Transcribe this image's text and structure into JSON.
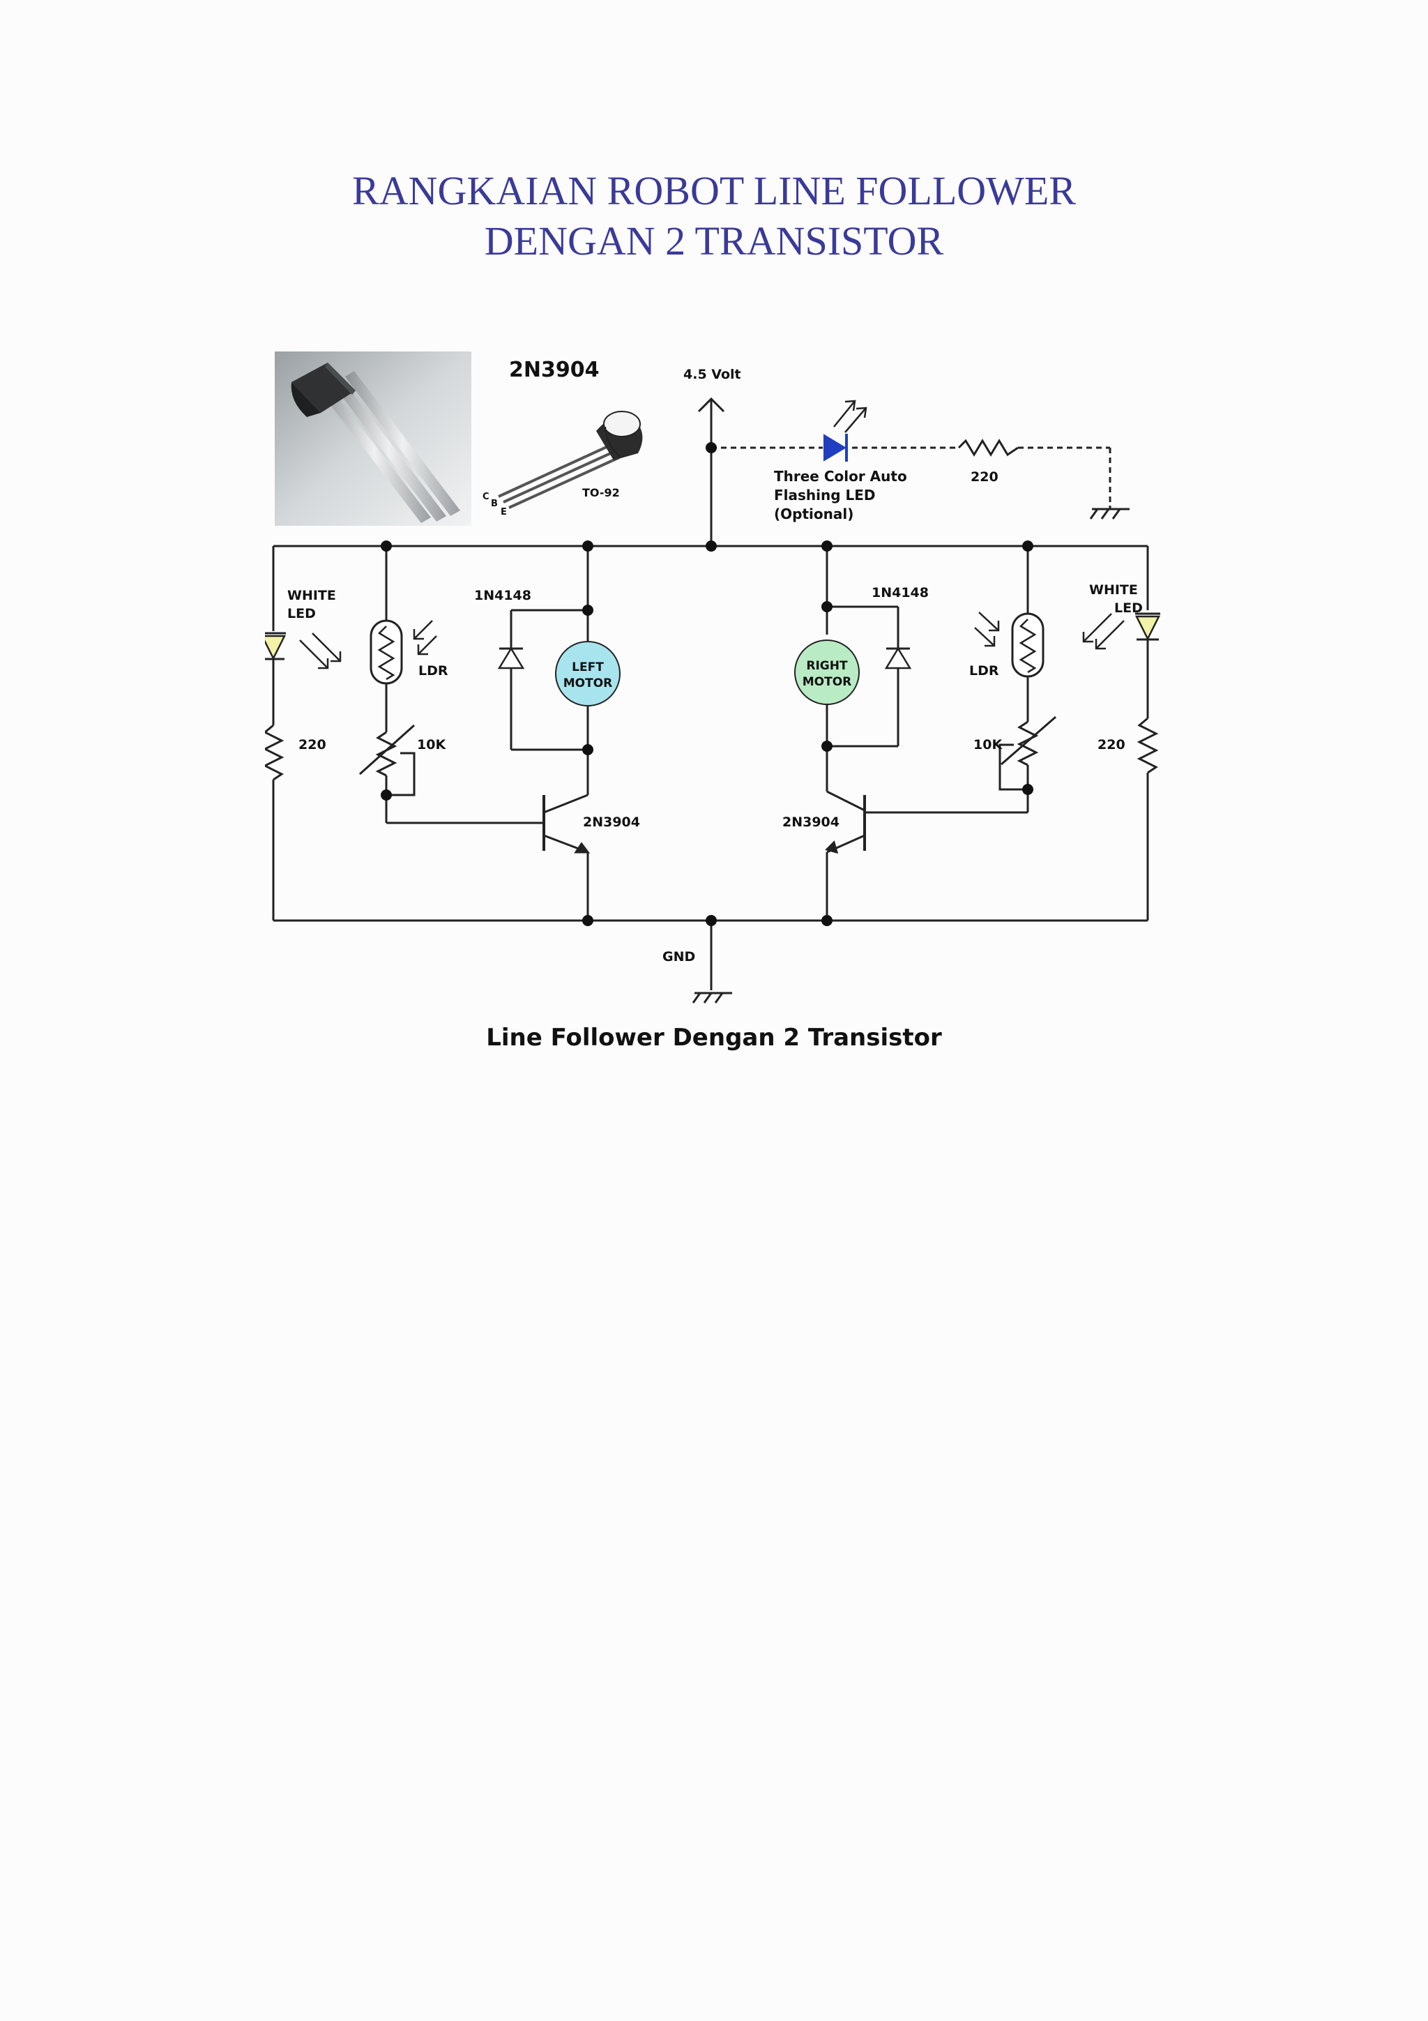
{
  "title": {
    "line1": "RANGKAIAN ROBOT LINE FOLLOWER",
    "line2": "DENGAN 2 TRANSISTOR"
  },
  "photo": {
    "icon": "transistor-photo-icon"
  },
  "package": {
    "part_label": "2N3904",
    "pin_c": "C",
    "pin_b": "B",
    "pin_e": "E",
    "package_label": "TO-92"
  },
  "supply": {
    "label": "4.5 Volt"
  },
  "indicator": {
    "led_line1": "Three Color Auto",
    "led_line2": "Flashing LED",
    "led_line3": "(Optional)",
    "resistor": "220"
  },
  "left": {
    "led_line1": "WHITE",
    "led_line2": "LED",
    "ldr": "LDR",
    "resistor": "220",
    "pot": "10K",
    "diode": "1N4148",
    "motor_line1": "LEFT",
    "motor_line2": "MOTOR",
    "transistor": "2N3904"
  },
  "right": {
    "led_line1": "WHITE",
    "led_line2": "LED",
    "ldr": "LDR",
    "resistor": "220",
    "pot": "10K",
    "diode": "1N4148",
    "motor_line1": "RIGHT",
    "motor_line2": "MOTOR",
    "transistor": "2N3904"
  },
  "ground": {
    "label": "GND"
  },
  "caption": "Line Follower Dengan 2 Transistor",
  "colors": {
    "title": "#3a3a9a",
    "left_motor": "#a8e4ee",
    "right_motor": "#b9ecc4",
    "indicator_led": "#1f3fc0",
    "white_led": "#f2f2a8"
  }
}
